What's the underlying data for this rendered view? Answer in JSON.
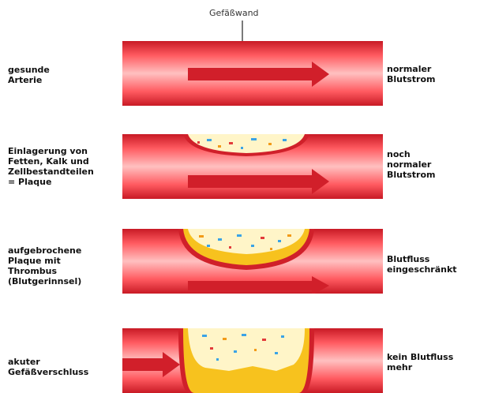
{
  "title": "Gefäßwand",
  "stages": [
    {
      "left_label": "gesunde\nArterie",
      "right_label": "normaler\nBlutstrom"
    },
    {
      "left_label": "Einlagerung von\nFetten, Kalk und\nZellbestandteilen\n= Plaque",
      "right_label": "noch\nnormaler\nBlutstrom"
    },
    {
      "left_label": "aufgebrochene\nPlaque mit\nThrombus\n(Blutgerinnsel)",
      "right_label": "Blutfluss\neingeschränkt"
    },
    {
      "left_label": "akuter\nGefäßverschluss",
      "right_label": "kein Blutfluss\nmehr"
    }
  ],
  "colors": {
    "vessel_dark": "#d0202a",
    "vessel_light": "#ff6a6a",
    "arrow": "#d11f2a",
    "plaque": "#fff5c8",
    "thrombus": "#f7c21e",
    "dot_blue": "#3aa3e6",
    "dot_red": "#e23a3a",
    "dot_orange": "#f29b18"
  }
}
